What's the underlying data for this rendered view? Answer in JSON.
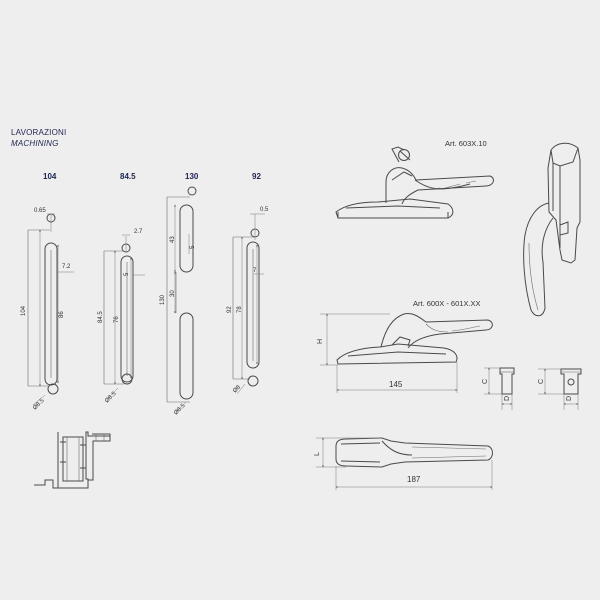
{
  "title": "LAVORAZIONI",
  "subtitle": "MACHINING",
  "colors": {
    "accent": "#1d2450",
    "line": "#4a4a4a",
    "background": "#eeeeee"
  },
  "machining": {
    "col1": {
      "header": "104",
      "offset": "0.65",
      "width": "7.2",
      "total": "104",
      "slot": "86",
      "dia": "Ø8.5"
    },
    "col2": {
      "header": "84.5",
      "offset": "2.7",
      "width": "5",
      "total": "84.5",
      "slot": "76",
      "dia": "Ø8.5"
    },
    "col3": {
      "header": "130",
      "top": "43",
      "width": "5",
      "total": "130",
      "gap": "30",
      "dia": "Ø8.5"
    },
    "col4": {
      "header": "92",
      "offset": "0.5",
      "width": "7",
      "total": "92",
      "slot": "78",
      "dia": "Ø8"
    }
  },
  "products": {
    "art1": "Art. 603X.10",
    "art2": "Art. 600X - 601X.XX",
    "dim_h": "H",
    "dim_145": "145",
    "dim_c1": "C",
    "dim_d1": "D",
    "dim_c2": "C",
    "dim_d2": "D",
    "dim_l": "L",
    "dim_187": "187"
  }
}
